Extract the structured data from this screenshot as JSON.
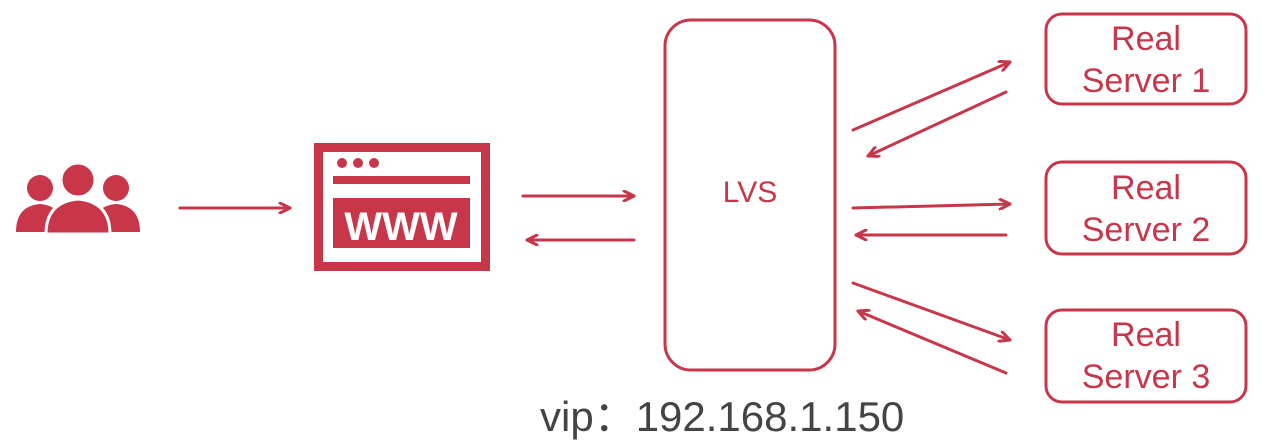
{
  "diagram": {
    "nodes": {
      "users": {
        "icon": "users-group-icon"
      },
      "web": {
        "icon": "www-browser-icon",
        "text": "WWW"
      },
      "lvs": {
        "label": "LVS"
      },
      "servers": [
        {
          "line1": "Real",
          "line2": "Server 1"
        },
        {
          "line1": "Real",
          "line2": "Server 2"
        },
        {
          "line1": "Real",
          "line2": "Server 3"
        }
      ]
    },
    "vip_label": "vip：192.168.1.150",
    "colors": {
      "accent": "#c8364a",
      "text": "#444444"
    }
  }
}
